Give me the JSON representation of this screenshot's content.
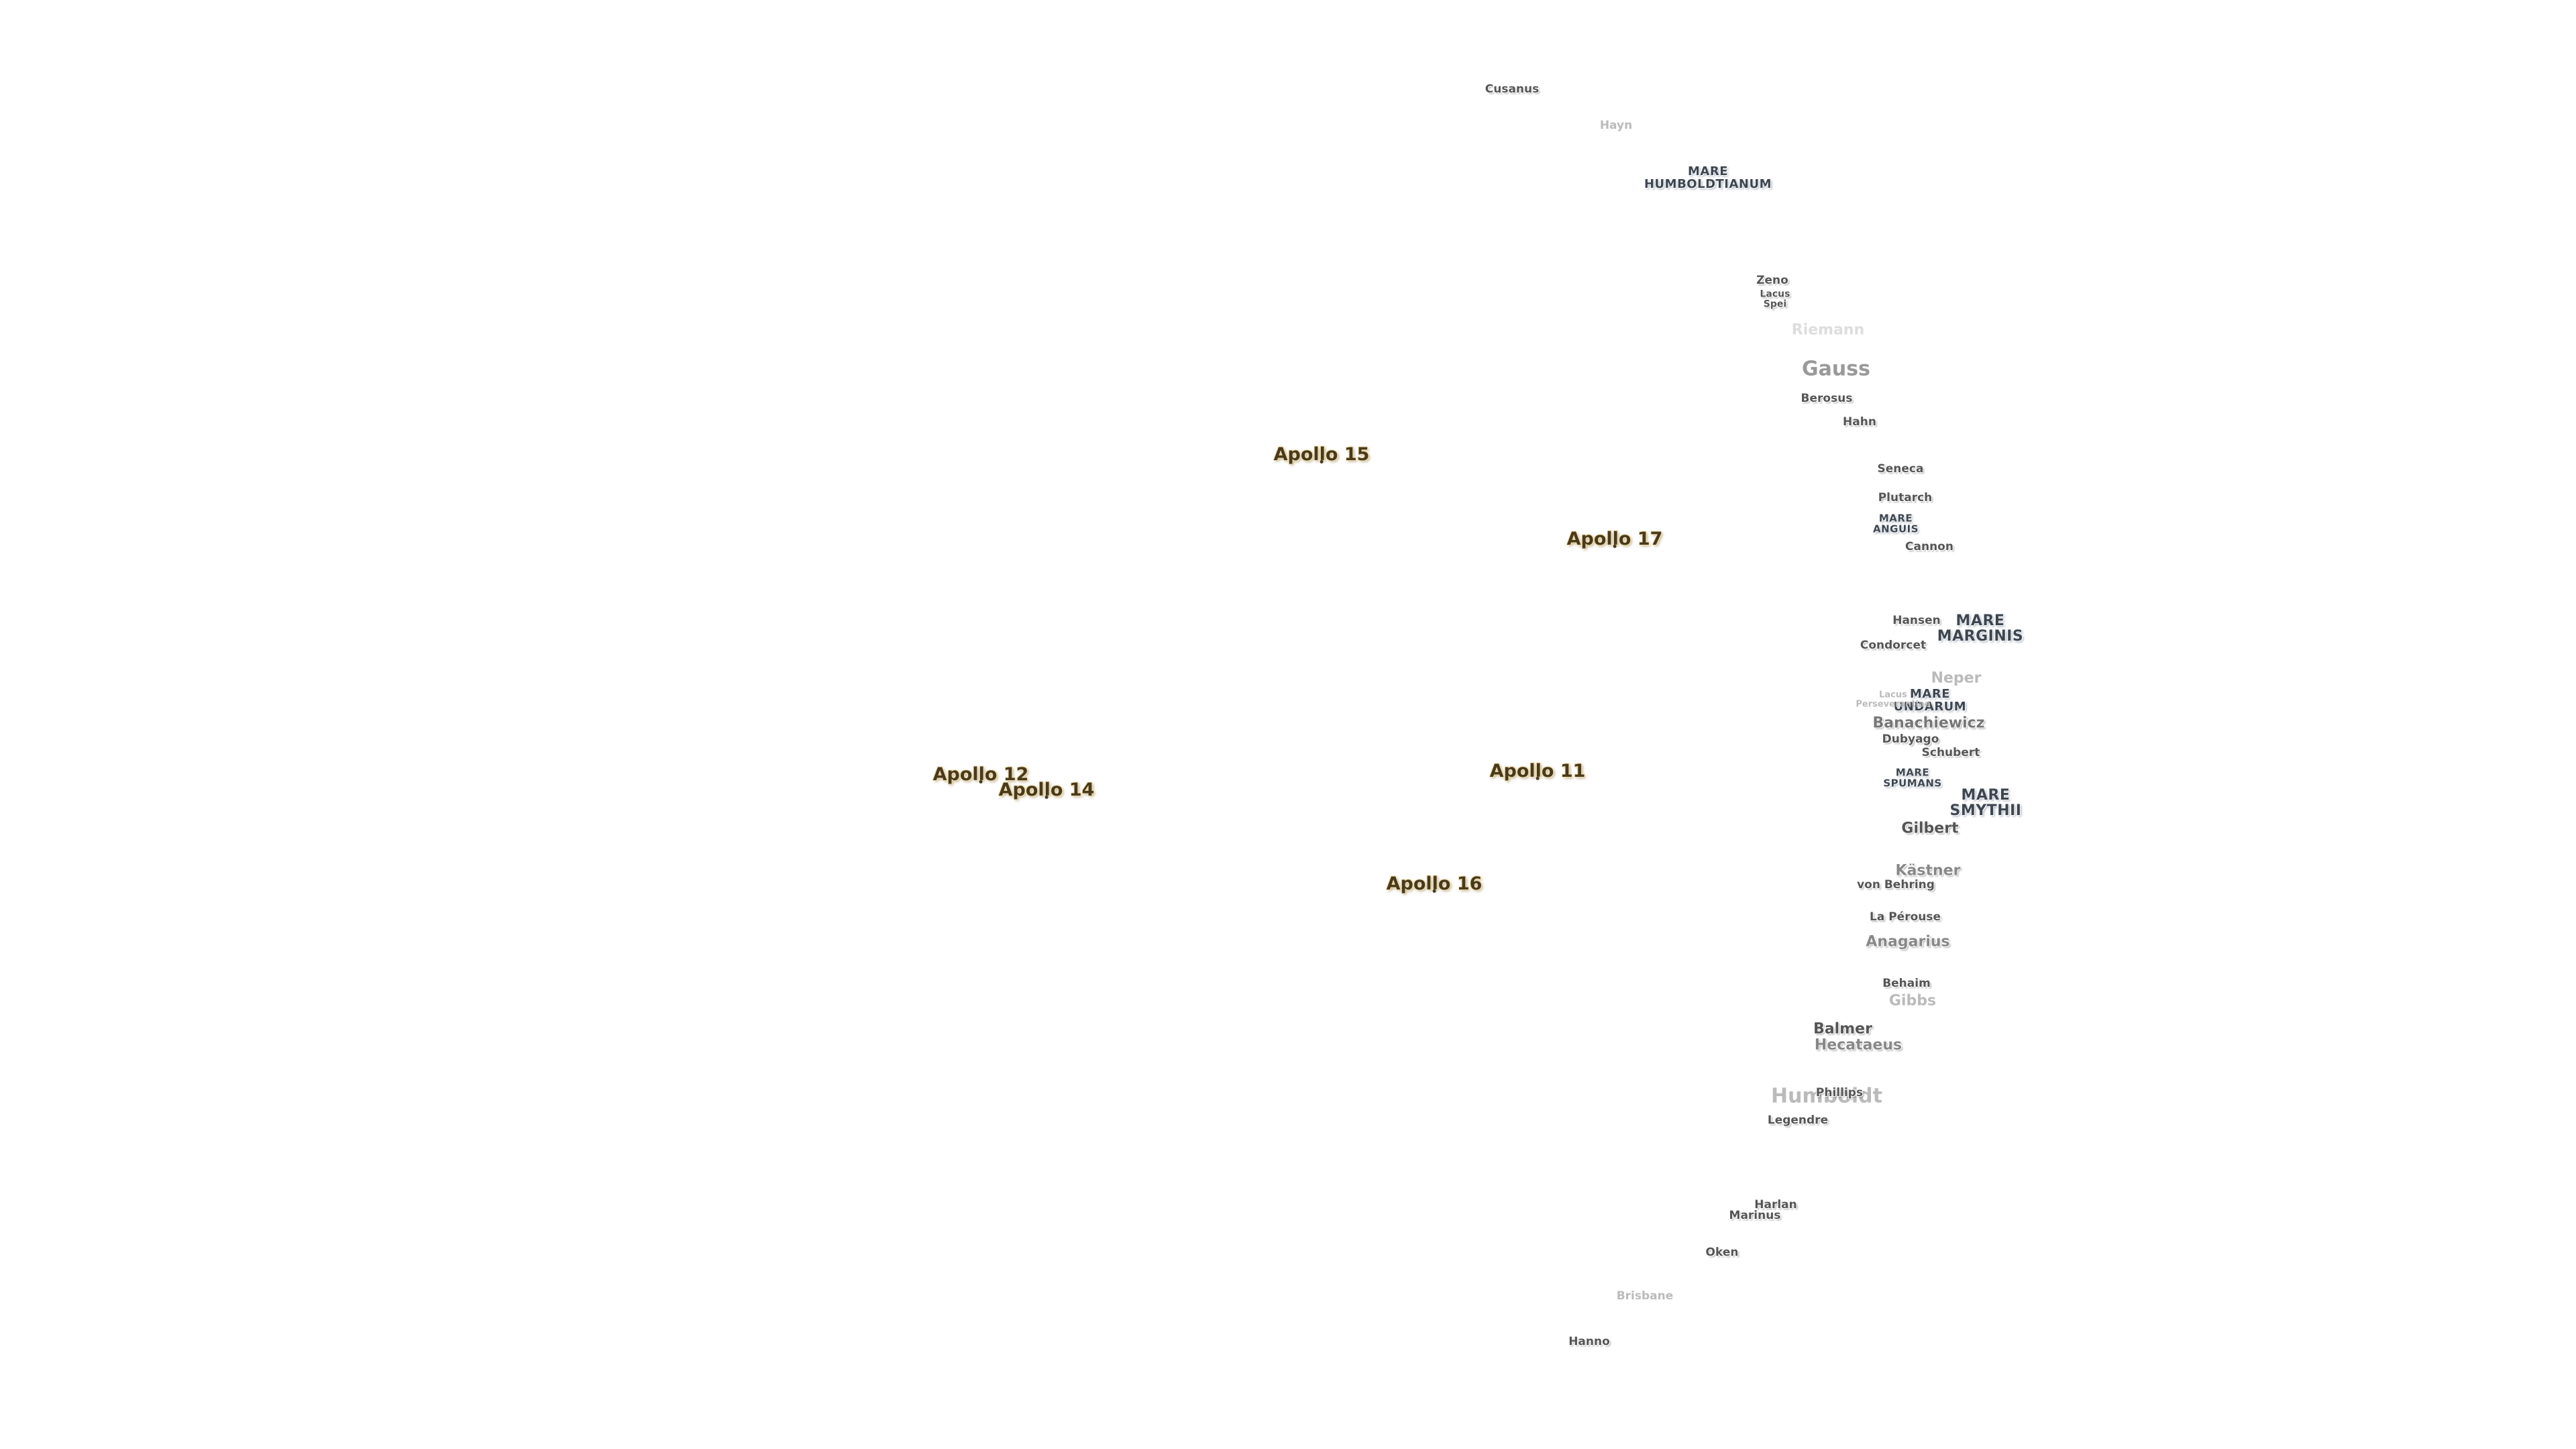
{
  "map": {
    "apollo_sites": [
      {
        "id": "apollo-15",
        "label": "Apollo 15"
      },
      {
        "id": "apollo-17",
        "label": "Apollo 17"
      },
      {
        "id": "apollo-11",
        "label": "Apollo 11"
      },
      {
        "id": "apollo-12",
        "label": "Apollo 12"
      },
      {
        "id": "apollo-14",
        "label": "Apollo 14"
      },
      {
        "id": "apollo-16",
        "label": "Apollo 16"
      }
    ],
    "maria": {
      "humboldtianum": "MARE\nHUMBOLDTIANUM",
      "anguis": "MARE\nANGUIS",
      "marginis": "MARE\nMARGINIS",
      "undarum": "MARE\nUNDARUM",
      "spumans": "MARE\nSPUMANS",
      "smythii": "MARE\nSMYTHII"
    },
    "features": {
      "cusanus": "Cusanus",
      "hayn": "Hayn",
      "zeno": "Zeno",
      "lacus_spei": "Lacus\nSpei",
      "riemann": "Riemann",
      "gauss": "Gauss",
      "berosus": "Berosus",
      "hahn": "Hahn",
      "seneca": "Seneca",
      "plutarch": "Plutarch",
      "cannon": "Cannon",
      "hansen": "Hansen",
      "condorcet": "Condorcet",
      "neper": "Neper",
      "lacus_perseverantiae": "Lacus\nPerseverantiae",
      "banachiewicz": "Banachiewicz",
      "dubyago": "Dubyago",
      "schubert": "Schubert",
      "gilbert": "Gilbert",
      "kastner": "Kästner",
      "von_behring": "von Behring",
      "la_perouse": "La Pérouse",
      "anagarius": "Anagarius",
      "behaim": "Behaim",
      "gibbs": "Gibbs",
      "balmer": "Balmer",
      "hecataeus": "Hecataeus",
      "humboldt": "Humboldt",
      "phillips": "Phillips",
      "legendre": "Legendre",
      "harlan": "Harlan",
      "marinus": "Marinus",
      "oken": "Oken",
      "brisbane": "Brisbane",
      "hanno": "Hanno"
    }
  }
}
